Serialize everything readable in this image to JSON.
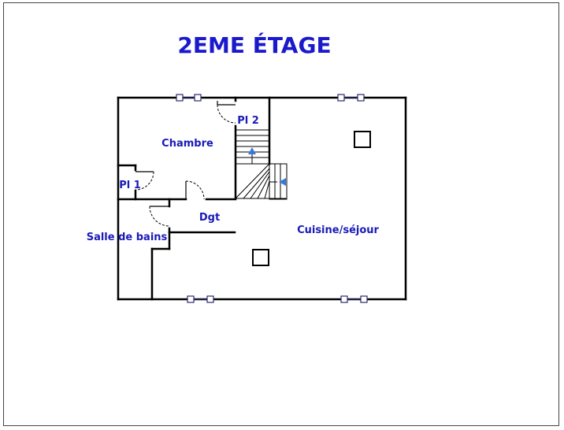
{
  "floor_title": "2EME ÉTAGE",
  "text_color": "#1a1ab8",
  "title_color": "#1a1acc",
  "arrow_color": "#3a78d8",
  "rooms": {
    "chambre": "Chambre",
    "pl2": "Pl 2",
    "pl1": "Pl 1",
    "dgt": "Dgt",
    "salle_de_bains": "Salle de bains",
    "cuisine_sejour": "Cuisine/séjour"
  }
}
